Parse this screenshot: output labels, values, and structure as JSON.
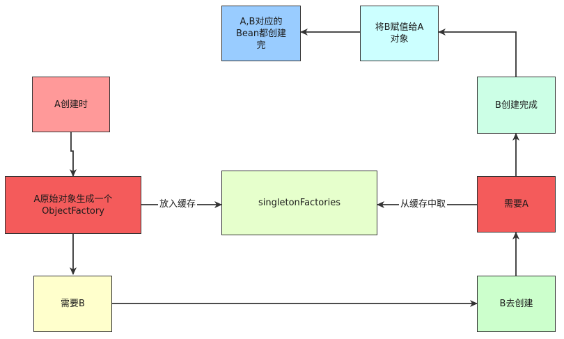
{
  "diagram": {
    "nodes": {
      "a_create": {
        "label": "A创建时",
        "fill": "#ff9999"
      },
      "a_factory": {
        "label": "A原始对象生成一个\nObjectFactory",
        "fill": "#f45b5b"
      },
      "need_b": {
        "label": "需要B",
        "fill": "#ffffcc"
      },
      "singleton": {
        "label": "singletonFactories",
        "fill": "#e6ffcc"
      },
      "b_create": {
        "label": "B去创建",
        "fill": "#ccffcc"
      },
      "need_a": {
        "label": "需要A",
        "fill": "#f45b5b"
      },
      "b_done": {
        "label": "B创建完成",
        "fill": "#ccffe6"
      },
      "assign": {
        "label": "将B赋值给A\n对象",
        "fill": "#ccffff"
      },
      "beans_done": {
        "label": "A,B对应的\nBean都创建\n完",
        "fill": "#99ccff"
      }
    },
    "edge_labels": {
      "put_cache": "放入缓存",
      "get_cache": "从缓存中取"
    },
    "stroke_color": "#333333"
  }
}
